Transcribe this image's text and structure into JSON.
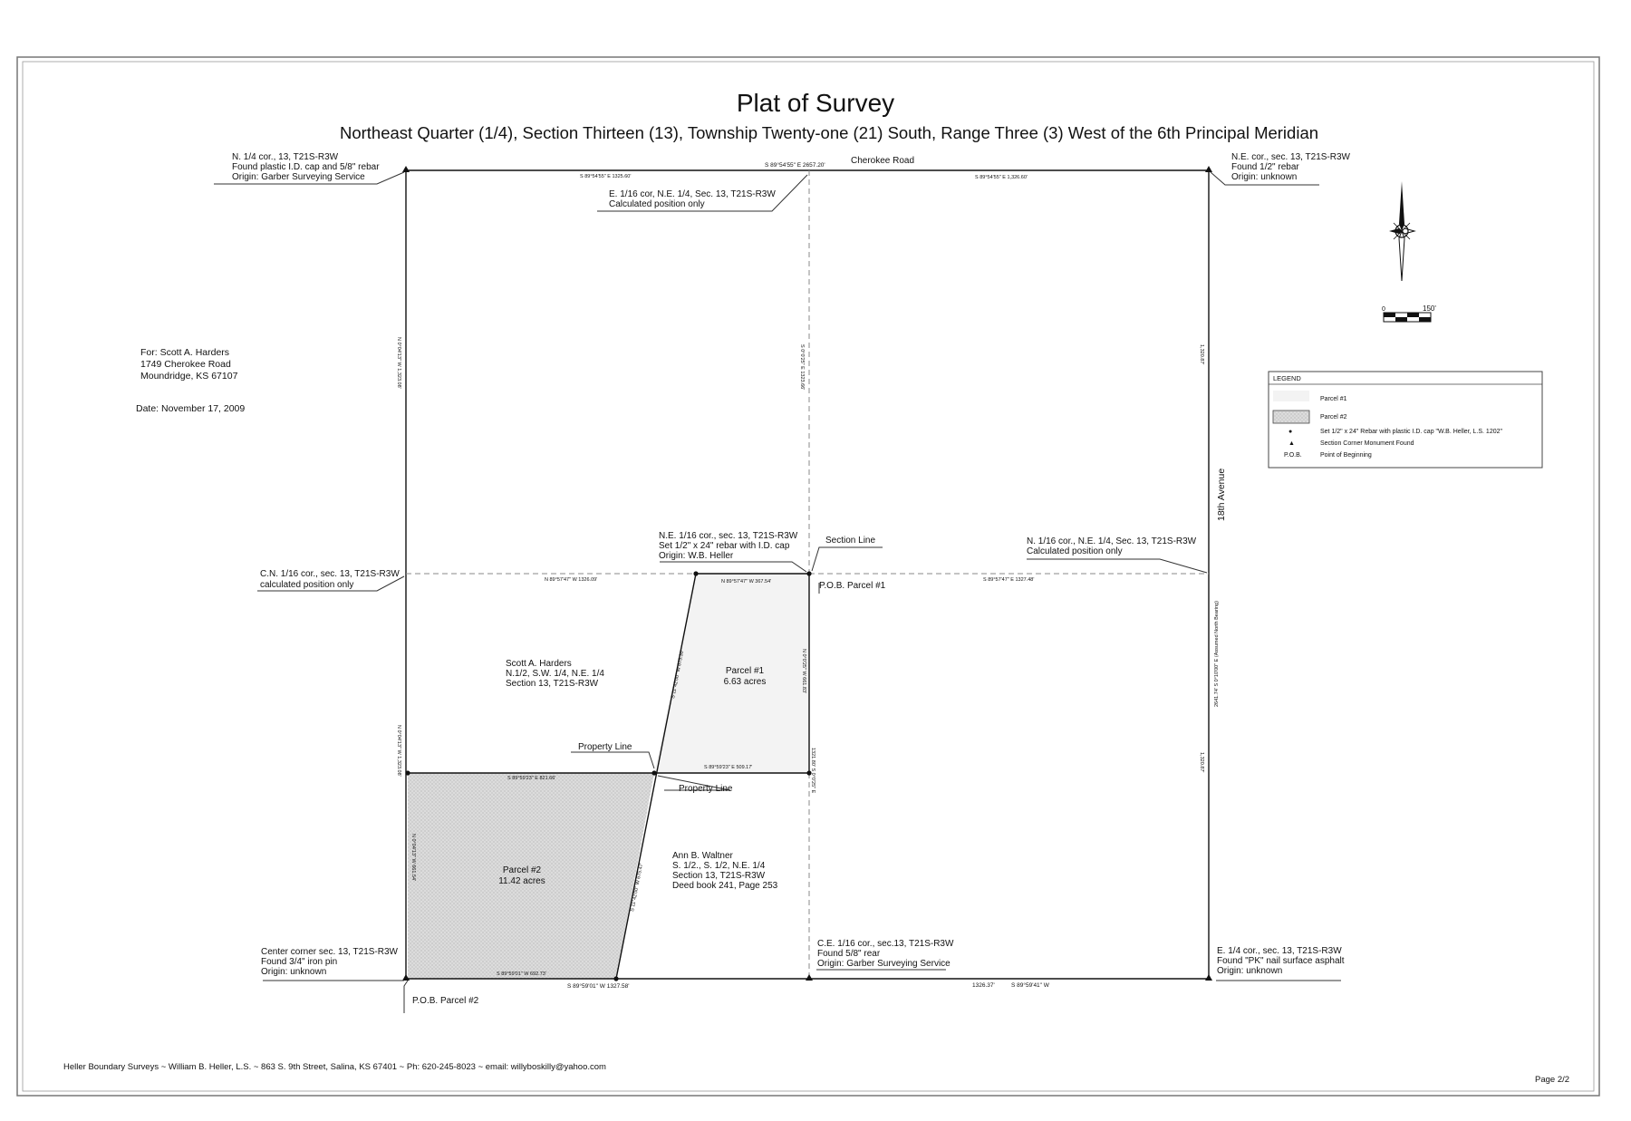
{
  "title": "Plat of Survey",
  "subtitle": "Northeast Quarter (1/4), Section Thirteen (13), Township Twenty-one (21) South, Range Three (3) West of the 6th Principal Meridian",
  "client": [
    "For: Scott A. Harders",
    "1749 Cherokee Road",
    "Moundridge, KS  67107"
  ],
  "date": "Date: November 17, 2009",
  "roads": {
    "north": "Cherokee Road",
    "east": "18th Avenue"
  },
  "corners": {
    "nw": [
      "N. 1/4 cor., 13, T21S-R3W",
      "Found plastic I.D. cap and 5/8\" rebar",
      "Origin: Garber Surveying Service"
    ],
    "ne": [
      "N.E. cor., sec. 13, T21S-R3W",
      "Found 1/2\" rebar",
      "Origin: unknown"
    ],
    "e16": [
      "E. 1/16 cor, N.E. 1/4, Sec. 13, T21S-R3W",
      "Calculated position only"
    ],
    "cn16": [
      "C.N. 1/16 cor., sec. 13, T21S-R3W",
      "calculated position only"
    ],
    "ne16": [
      "N.E. 1/16 cor., sec. 13, T21S-R3W",
      "Set 1/2\" x 24\" rebar with I.D. cap",
      "Origin: W.B. Heller"
    ],
    "n16": [
      "N. 1/16 cor., N.E. 1/4, Sec. 13, T21S-R3W",
      "Calculated position only"
    ],
    "center": [
      "Center corner sec. 13, T21S-R3W",
      "Found 3/4\" iron pin",
      "Origin: unknown"
    ],
    "ce16": [
      "C.E. 1/16 cor., sec.13, T21S-R3W",
      "Found 5/8\" rear",
      "Origin: Garber Surveying Service"
    ],
    "e14": [
      "E. 1/4 cor., sec. 13, T21S-R3W",
      "Found \"PK\" nail surface asphalt",
      "Origin: unknown"
    ]
  },
  "callouts": {
    "section_line": "Section Line",
    "pob1": "P.O.B. Parcel #1",
    "pob2": "P.O.B. Parcel #2",
    "property_line_1": "Property Line",
    "property_line_2": "Property Line"
  },
  "owners": {
    "harders": [
      "Scott A. Harders",
      "N.1/2, S.W. 1/4, N.E. 1/4",
      "Section 13, T21S-R3W"
    ],
    "waltner": [
      "Ann B. Waltner",
      "S. 1/2., S. 1/2, N.E. 1/4",
      "Section 13, T21S-R3W",
      "Deed book 241, Page 253"
    ]
  },
  "parcels": {
    "p1": {
      "name": "Parcel #1",
      "area": "6.63 acres"
    },
    "p2": {
      "name": "Parcel #2",
      "area": "11.42 acres"
    }
  },
  "bearings": {
    "top_left": "S 89°54'55\" E   1325.60'",
    "top_total": "S 89°54'55\" E   2657.20'",
    "top_right": "S 89°54'55\" E   1,326.60'",
    "mid_left": "N 89°57'47\" W        1326.09'",
    "mid_p1": "N 89°57'47\" W    367.54'",
    "mid_right": "S 89°57'47\" E    1327.48'",
    "p1_south": "S 89°59'23\" E    509.17'",
    "p2_north": "S 89°59'23\" E    821.66'",
    "p2_south": "S 89°59'01\" W    692.73'",
    "bottom_mid": "S 89°59'01\" W      1327.58'",
    "bottom_right_dist": "1326.37'",
    "bottom_right_bearing": "S 89°59'41\" W",
    "west_upper": "N 0°04'13\" W    1,323.08'",
    "west_lower": "N 0°04'13\" W    1,323.08'",
    "west_p2": "N 0°04'13\" W   661.54'",
    "center_upper": "S 0°0'25\" E       1323.66'",
    "center_p1": "N 0°0'25\" W    661.83'",
    "center_lower": "1321.80'   S 0°0'25\" E",
    "diag_upper": "S 11°42'00\" W    675.30'",
    "diag_lower": "S 11°42'00\" W    675.47'",
    "east_upper": "1,320.87'",
    "east_total": "2641.74'    S 0°10'00\" E (Assumed North Bearing)",
    "east_lower": "1,320.87'"
  },
  "scale_label": "150'",
  "scale_zero": "0",
  "north_arrow": "north-arrow-icon",
  "legend": {
    "title": "LEGEND",
    "items": [
      {
        "symbol": "",
        "label": "Parcel #1"
      },
      {
        "symbol": "",
        "label": "Parcel #2"
      },
      {
        "symbol": "●",
        "label": "Set 1/2\" x 24\" Rebar with plastic I.D. cap \"W.B. Heller, L.S. 1202\""
      },
      {
        "symbol": "▲",
        "label": "Section Corner Monument Found"
      },
      {
        "symbol": "P.O.B.",
        "label": "Point of Beginning"
      }
    ]
  },
  "footer": "Heller Boundary Surveys ~ William B. Heller, L.S. ~ 863 S. 9th Street, Salina, KS  67401 ~ Ph: 620-245-8023 ~ email: willyboskilly@yahoo.com",
  "page": "Page 2/2",
  "colors": {
    "line": "#111111",
    "parcel2_fill": "#d6d6d6",
    "dashed": "#888888"
  }
}
